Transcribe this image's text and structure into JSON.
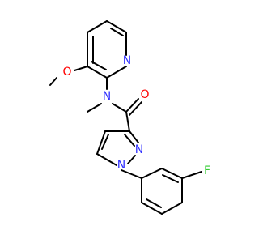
{
  "molecule": {
    "colors": {
      "bond": "#000000",
      "carbon": "#000000",
      "nitrogen": "#3333ff",
      "oxygen": "#ff0000",
      "fluorine": "#33cc33"
    },
    "atom_labels": {
      "pyridine_n": "N",
      "amide_n": "N",
      "methoxy_o": "O",
      "carbonyl_o": "O",
      "pyrazole_n2": "N",
      "pyrazole_n1": "N",
      "fluorine": "F"
    }
  }
}
